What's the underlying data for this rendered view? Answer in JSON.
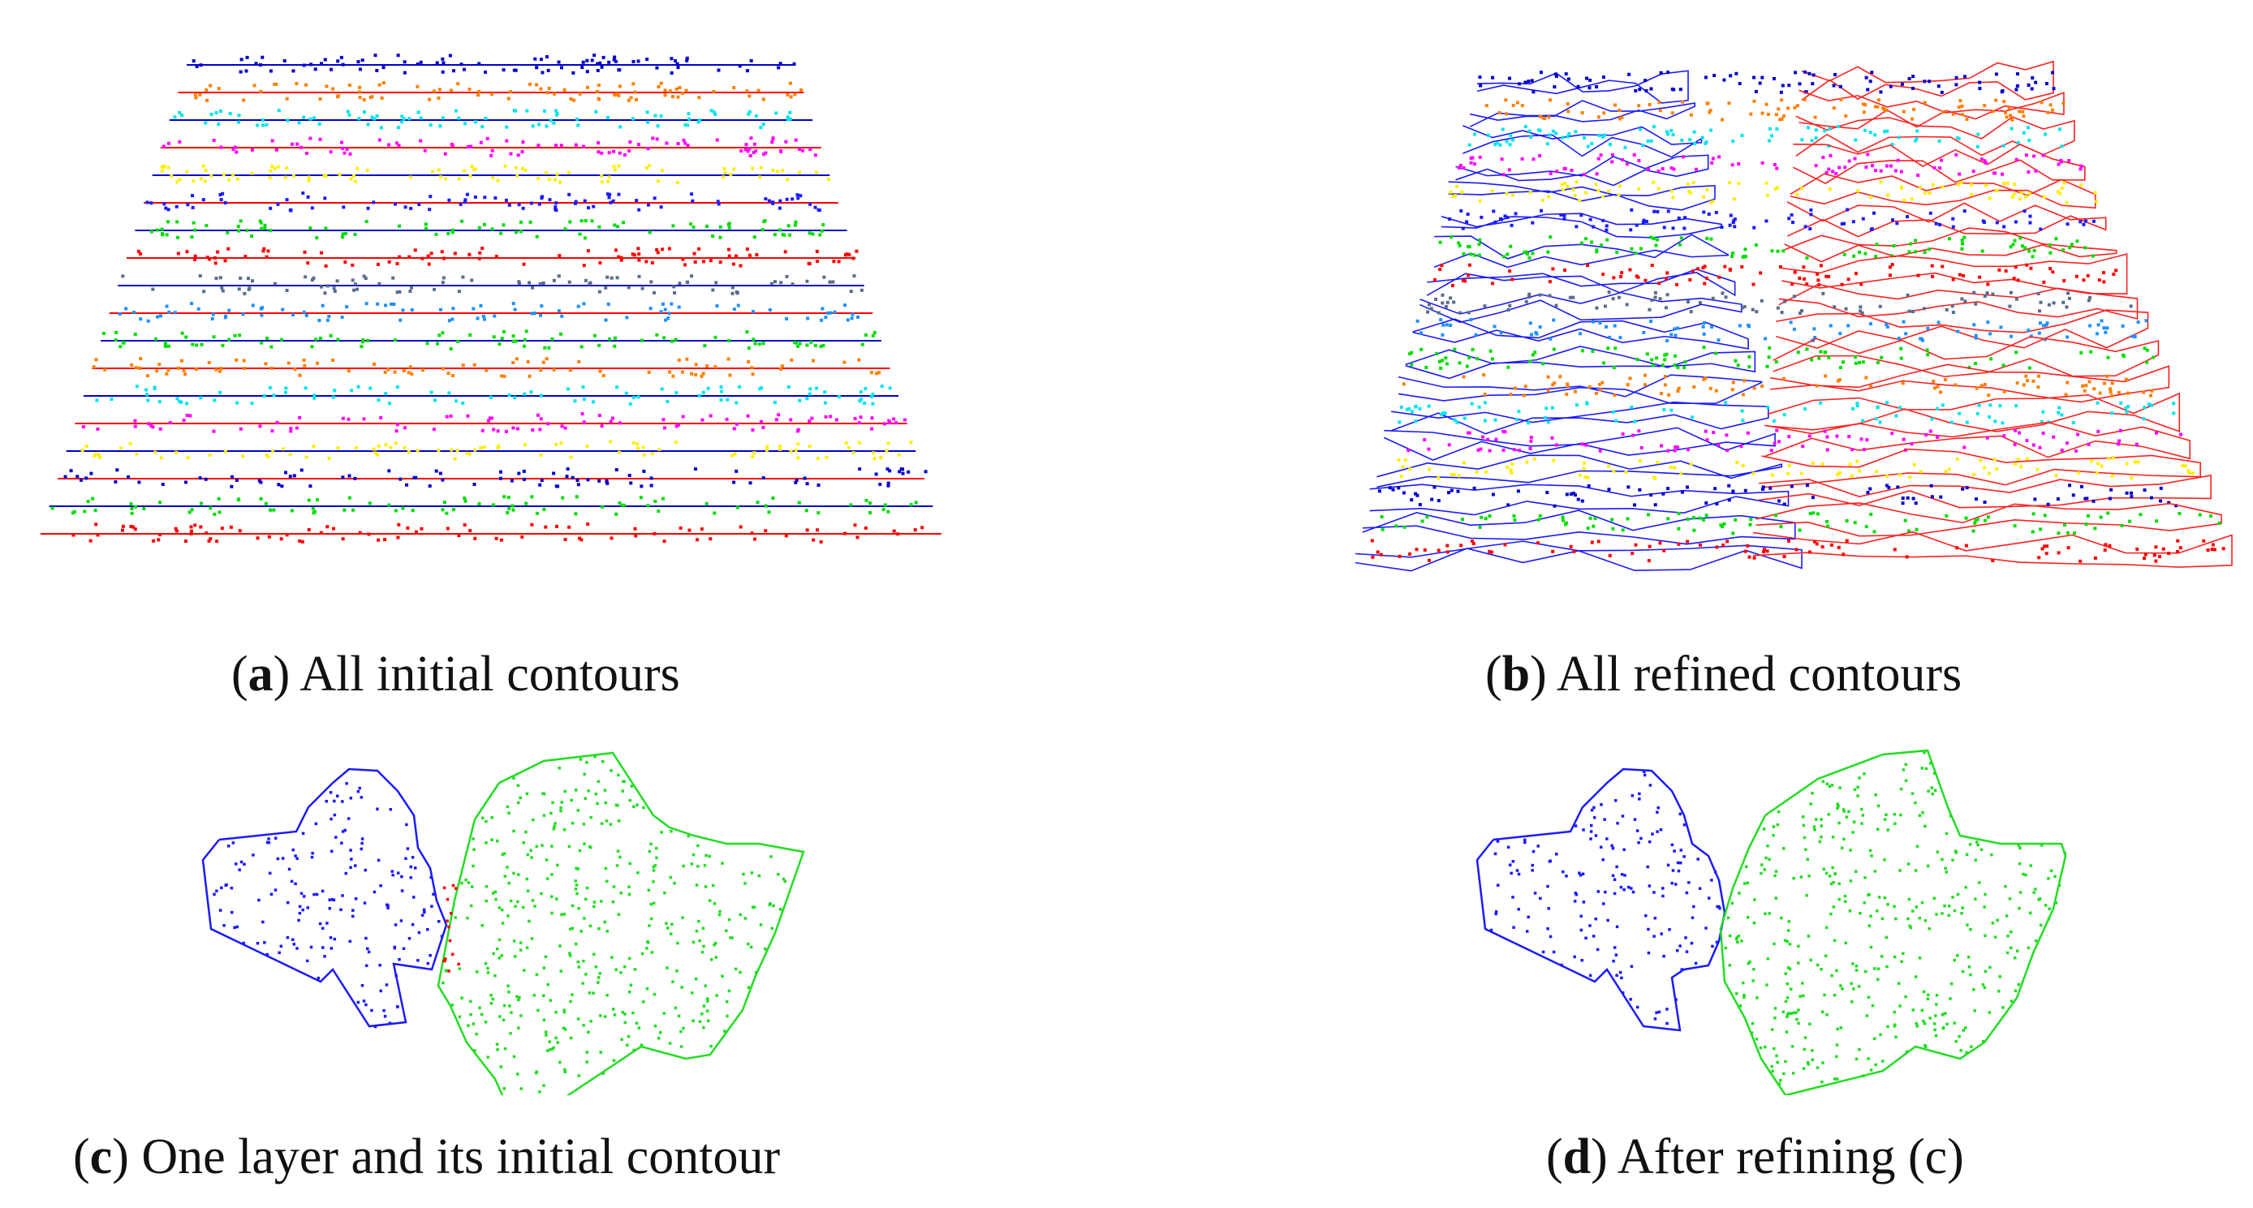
{
  "figure": {
    "panels": [
      {
        "id": "a",
        "letter": "a",
        "text": ") All initial contours",
        "open": "("
      },
      {
        "id": "b",
        "letter": "b",
        "text": ") All refined contours",
        "open": "("
      },
      {
        "id": "c",
        "letter": "c",
        "text": ") One layer and its initial contour",
        "open": "("
      },
      {
        "id": "d",
        "letter": "d",
        "text": ") After refining (c)",
        "open": "("
      }
    ],
    "colors": {
      "layer_palette": [
        "#ff0000",
        "#00dd00",
        "#0000cc",
        "#ffee00",
        "#ff00ff",
        "#00e5ee",
        "#ff7f00",
        "#1e90ff",
        "#1a1aff",
        "#5a6b8c"
      ],
      "blue_contour": "#1a1aff",
      "green_contour": "#22dd22",
      "red_contour": "#ff2020",
      "red_points": "#ff0000"
    }
  }
}
